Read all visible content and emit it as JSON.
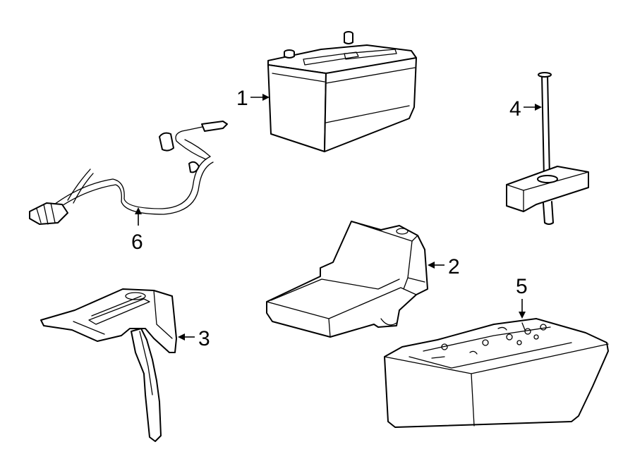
{
  "callouts": {
    "battery": "1",
    "tray": "2",
    "bracket": "3",
    "hold_down": "4",
    "cover": "5",
    "harness": "6"
  }
}
